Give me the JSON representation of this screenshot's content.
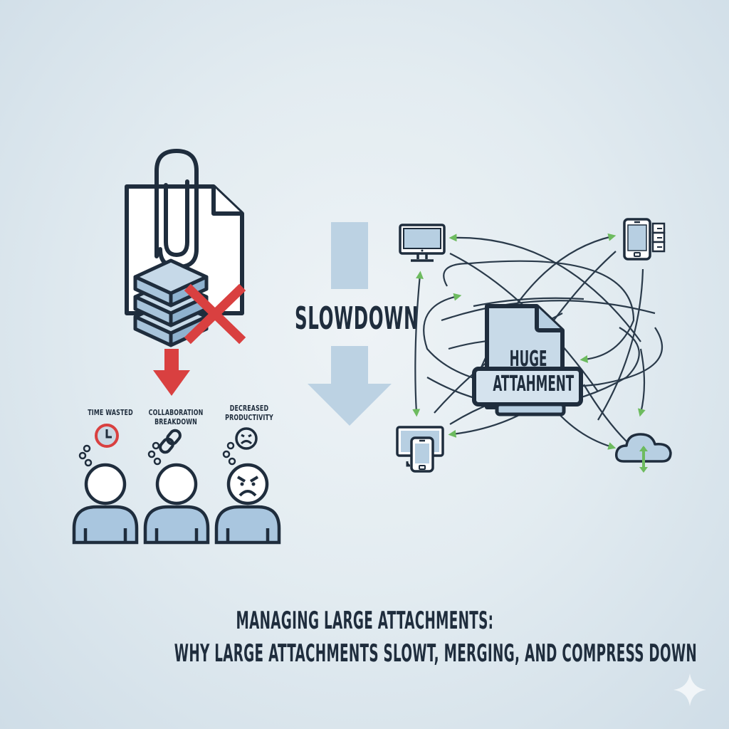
{
  "colors": {
    "background": "#e3ecf1",
    "stroke": "#1f2d3d",
    "fill_light_blue": "#b7cfe2",
    "fill_mid_blue": "#9fbdd6",
    "alert_red": "#d94040",
    "arrow_green": "#6dbb5f",
    "faded_arrow": "#bcd2e3"
  },
  "left_panel": {
    "icon": "attachment-document-with-stacked-data-icon",
    "error_mark": "red-x-icon",
    "down_arrow": "red-down-arrow-icon",
    "impacts": [
      {
        "label": "TIME WASTED",
        "icon": "clock-icon",
        "person": "neutral"
      },
      {
        "label": "COLLABORATION BREAKDOWN",
        "icon": "broken-link-icon",
        "person": "neutral"
      },
      {
        "label": "DECREASED PRODUCTIVITY",
        "icon": "sad-face-icon",
        "person": "angry"
      }
    ]
  },
  "center": {
    "label": "SLOWDOWN",
    "icon": "faded-down-arrow-icon"
  },
  "right_panel": {
    "central_file_label_line1": "HUGE",
    "central_file_label_line2": "ATTAHMENT",
    "devices": [
      {
        "name": "desktop-monitor",
        "position": "top-left"
      },
      {
        "name": "smartphone-with-server",
        "position": "top-right"
      },
      {
        "name": "monitor-and-phone",
        "position": "bottom-left"
      },
      {
        "name": "cloud-sync",
        "position": "bottom-right"
      }
    ]
  },
  "title": {
    "line1": "MANAGING LARGE ATTACHMENTS:",
    "line2": "WHY LARGE ATTACHMENTS SLOWT, MERGING, AND COMPRESS DOWN"
  },
  "watermark": "sparkle-icon"
}
